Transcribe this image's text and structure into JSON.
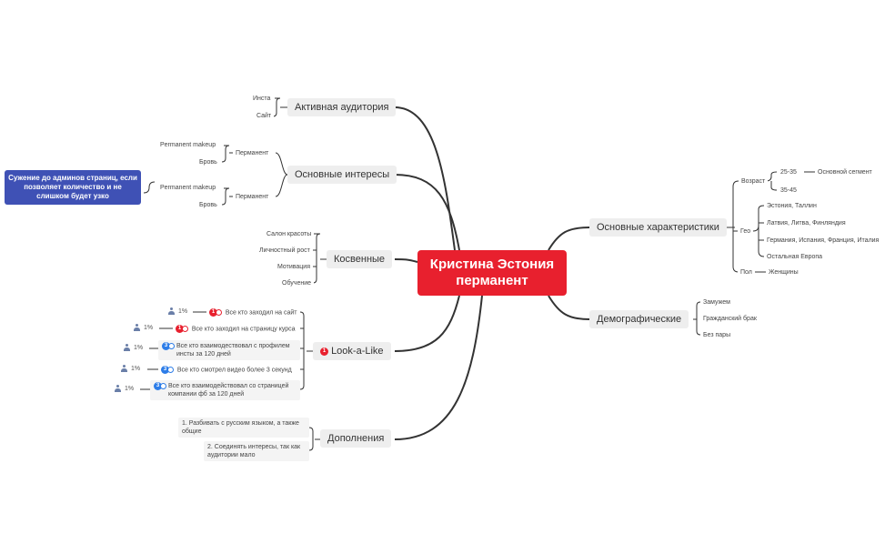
{
  "root": "Кристина Эстония перманент",
  "branches": {
    "active": "Активная аудитория",
    "interests": "Основные интересы",
    "indirect": "Косвенные",
    "lookalike": "Look-a-Like",
    "additions": "Дополнения",
    "main_chars": "Основные характеристики",
    "demographic": "Демографические"
  },
  "active": {
    "insta": "Инста",
    "site": "Сайт"
  },
  "interests": {
    "perm1": "Перманент",
    "perm1_a": "Permanent makeup",
    "perm1_b": "Бровь",
    "perm2": "Перманент",
    "perm2_a": "Permanent makeup",
    "perm2_b": "Бровь"
  },
  "note": "Сужение до админов страниц, если позволяет количество и не слишком будет узко",
  "indirect": [
    "Салон красоты",
    "Личностный рост",
    "Мотивация",
    "Обучение"
  ],
  "lookalike": {
    "badge": "1",
    "items": [
      {
        "pct": "1%",
        "badge": "1",
        "text": "Все кто заходил на сайт"
      },
      {
        "pct": "1%",
        "badge": "1",
        "text": "Все кто заходил на страницу курса"
      },
      {
        "pct": "1%",
        "badge": "3",
        "text": "Все кто взаимодествовал с профилем инсты за 120 дней"
      },
      {
        "pct": "1%",
        "badge": "3",
        "text": "Все кто смотрел видео более 3 секунд"
      },
      {
        "pct": "1%",
        "badge": "3",
        "text": "Все кто взаимодействовал со страницей компании фб за 120 дней"
      }
    ]
  },
  "additions": [
    "1. Разбивать с русским языком, а также общие",
    "2. Соединять интересы, так как аудитории мало"
  ],
  "main_chars": {
    "age": "Возраст",
    "age_1": "25-35",
    "age_1_note": "Основной сегмент",
    "age_2": "35-45",
    "geo": "Гео",
    "geo_items": [
      "Эстония, Таллин",
      "Латвия, Литва, Финляндия",
      "Германия, Испания, Франция, Италия",
      "Остальная Европа"
    ],
    "sex": "Пол",
    "sex_value": "Женщины"
  },
  "demographic": [
    "Замужем",
    "Гражданский брак",
    "Без пары"
  ]
}
